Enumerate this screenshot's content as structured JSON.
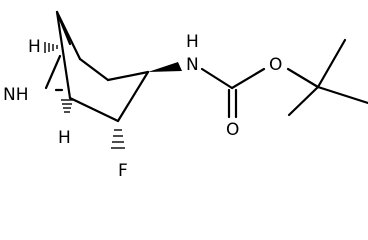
{
  "molecule": {
    "atoms": {
      "h_top": "H",
      "nh": "NH",
      "h_bottom": "H",
      "f": "F",
      "carbamate_n": "N",
      "carbamate_h": "H",
      "carbonyl_o": "O",
      "ester_o": "O"
    }
  }
}
